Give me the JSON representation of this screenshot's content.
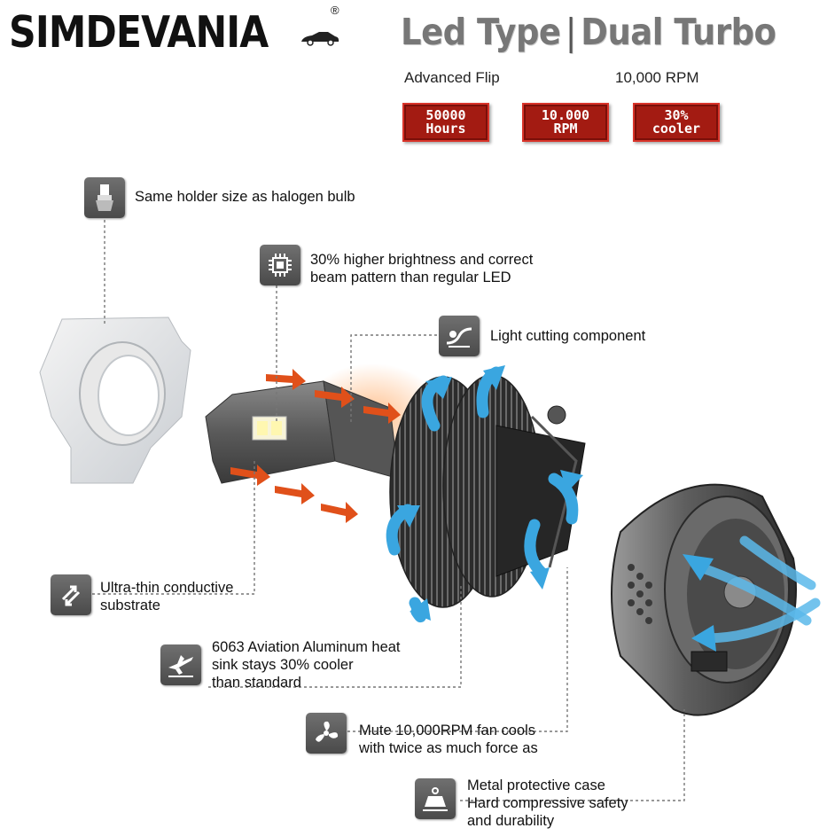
{
  "brand": {
    "name": "SIMDEVANIA",
    "registered": "®"
  },
  "heading": {
    "left": "Led Type",
    "separator": "|",
    "right": "Dual Turbo"
  },
  "subtitles": {
    "left": "Advanced Flip",
    "right": "10,000 RPM"
  },
  "badges": [
    {
      "line1": "50000",
      "line2": "Hours"
    },
    {
      "line1": "10.000",
      "line2": "RPM"
    },
    {
      "line1": "30%",
      "line2": "cooler"
    }
  ],
  "features": {
    "holder": {
      "icon": "bulb-socket-icon",
      "line1": "Same holder size as halogen bulb"
    },
    "brightness": {
      "icon": "chip-icon",
      "line1": "30% higher brightness and correct",
      "line2": "beam pattern than regular LED"
    },
    "light_cutting": {
      "icon": "light-curve-icon",
      "line1": "Light cutting component"
    },
    "substrate": {
      "icon": "conductive-arrows-icon",
      "line1": "Ultra-thin conductive",
      "line2": "substrate"
    },
    "heatsink": {
      "icon": "airplane-icon",
      "line1": "6063 Aviation Aluminum heat",
      "line2": "sink stays 30% cooler",
      "line3": "than standard"
    },
    "fan": {
      "icon": "fan-icon",
      "line1": "Mute 10,000RPM fan cools",
      "line2": "with twice as much force as"
    },
    "case": {
      "icon": "weight-icon",
      "line1": "Metal protective case",
      "line2": "Hard compressive safety",
      "line3": "and durability"
    }
  },
  "colors": {
    "badge": "#a31b12",
    "arrow_orange": "#e0501a",
    "arrow_blue": "#3aa6e0",
    "icon_bg": "#5b5b5b"
  }
}
